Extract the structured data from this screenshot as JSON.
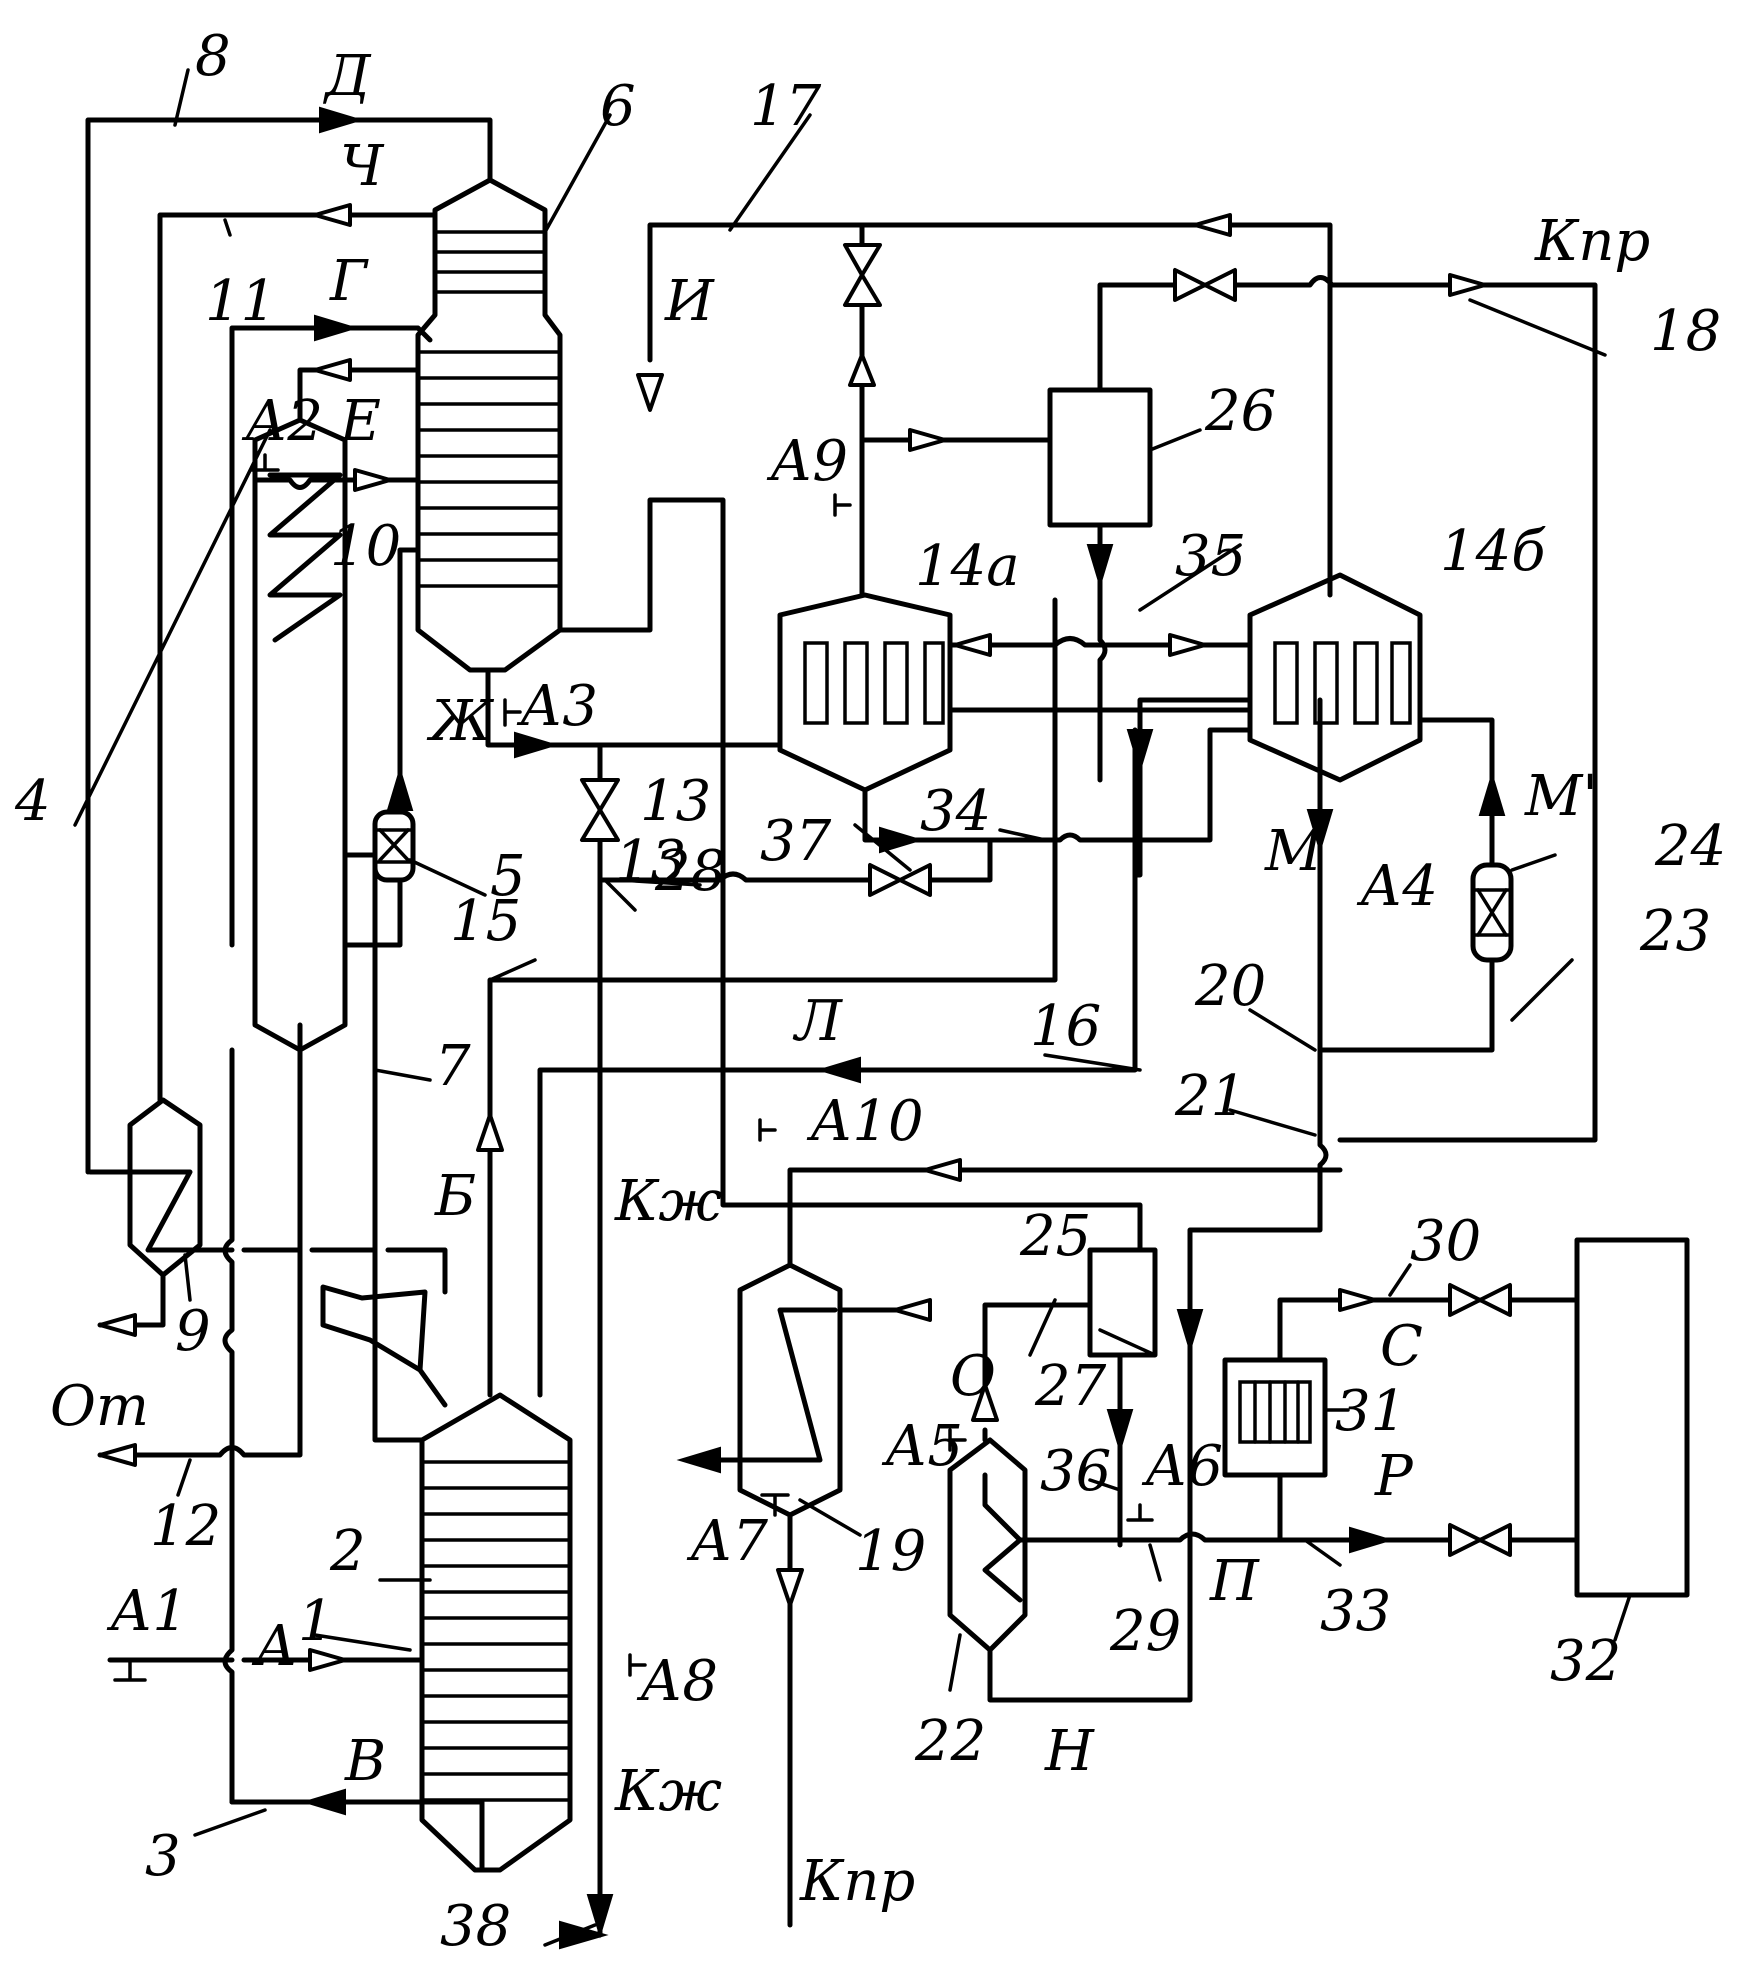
{
  "equipment_numbers": [
    {
      "id": "n1",
      "text": "1"
    },
    {
      "id": "n2",
      "text": "2"
    },
    {
      "id": "n3",
      "text": "3"
    },
    {
      "id": "n4",
      "text": "4"
    },
    {
      "id": "n5",
      "text": "5"
    },
    {
      "id": "n6",
      "text": "6"
    },
    {
      "id": "n7",
      "text": "7"
    },
    {
      "id": "n8",
      "text": "8"
    },
    {
      "id": "n9",
      "text": "9"
    },
    {
      "id": "n10",
      "text": "10"
    },
    {
      "id": "n11",
      "text": "11"
    },
    {
      "id": "n12",
      "text": "12"
    },
    {
      "id": "n13a",
      "text": "13"
    },
    {
      "id": "n13b",
      "text": "13"
    },
    {
      "id": "n14a",
      "text": "14а"
    },
    {
      "id": "n14b",
      "text": "14б"
    },
    {
      "id": "n15",
      "text": "15"
    },
    {
      "id": "n16",
      "text": "16"
    },
    {
      "id": "n17",
      "text": "17"
    },
    {
      "id": "n18",
      "text": "18"
    },
    {
      "id": "n19",
      "text": "19"
    },
    {
      "id": "n20",
      "text": "20"
    },
    {
      "id": "n21",
      "text": "21"
    },
    {
      "id": "n22",
      "text": "22"
    },
    {
      "id": "n23",
      "text": "23"
    },
    {
      "id": "n24",
      "text": "24"
    },
    {
      "id": "n25",
      "text": "25"
    },
    {
      "id": "n26",
      "text": "26"
    },
    {
      "id": "n27",
      "text": "27"
    },
    {
      "id": "n28",
      "text": "28"
    },
    {
      "id": "n29",
      "text": "29"
    },
    {
      "id": "n30",
      "text": "30"
    },
    {
      "id": "n31",
      "text": "31"
    },
    {
      "id": "n32",
      "text": "32"
    },
    {
      "id": "n33",
      "text": "33"
    },
    {
      "id": "n34",
      "text": "34"
    },
    {
      "id": "n35",
      "text": "35"
    },
    {
      "id": "n36",
      "text": "36"
    },
    {
      "id": "n37",
      "text": "37"
    },
    {
      "id": "n38",
      "text": "38"
    }
  ],
  "stream_letters": [
    {
      "id": "A",
      "text": "А"
    },
    {
      "id": "B",
      "text": "Б"
    },
    {
      "id": "V",
      "text": "В"
    },
    {
      "id": "G",
      "text": "Г"
    },
    {
      "id": "D",
      "text": "Д"
    },
    {
      "id": "E",
      "text": "Е"
    },
    {
      "id": "Zh",
      "text": "Ж"
    },
    {
      "id": "I",
      "text": "И"
    },
    {
      "id": "L",
      "text": "Л"
    },
    {
      "id": "M",
      "text": "М"
    },
    {
      "id": "Mp",
      "text": "М'"
    },
    {
      "id": "N",
      "text": "Н"
    },
    {
      "id": "O",
      "text": "О"
    },
    {
      "id": "P",
      "text": "П"
    },
    {
      "id": "R",
      "text": "Р"
    },
    {
      "id": "S",
      "text": "С"
    },
    {
      "id": "Ch",
      "text": "Ч"
    },
    {
      "id": "Ot",
      "text": "От"
    },
    {
      "id": "Kzh1",
      "text": "Кж"
    },
    {
      "id": "Kzh2",
      "text": "Кж"
    },
    {
      "id": "Kpr1",
      "text": "Кпр"
    },
    {
      "id": "Kpr2",
      "text": "Кпр"
    }
  ],
  "sampling_points": [
    {
      "id": "A1",
      "text": "А1"
    },
    {
      "id": "A2",
      "text": "А2"
    },
    {
      "id": "A3",
      "text": "А3"
    },
    {
      "id": "A4",
      "text": "А4"
    },
    {
      "id": "A5",
      "text": "А5"
    },
    {
      "id": "A6",
      "text": "А6"
    },
    {
      "id": "A7",
      "text": "А7"
    },
    {
      "id": "A8",
      "text": "А8"
    },
    {
      "id": "A9",
      "text": "А9"
    },
    {
      "id": "A10",
      "text": "А10"
    }
  ]
}
